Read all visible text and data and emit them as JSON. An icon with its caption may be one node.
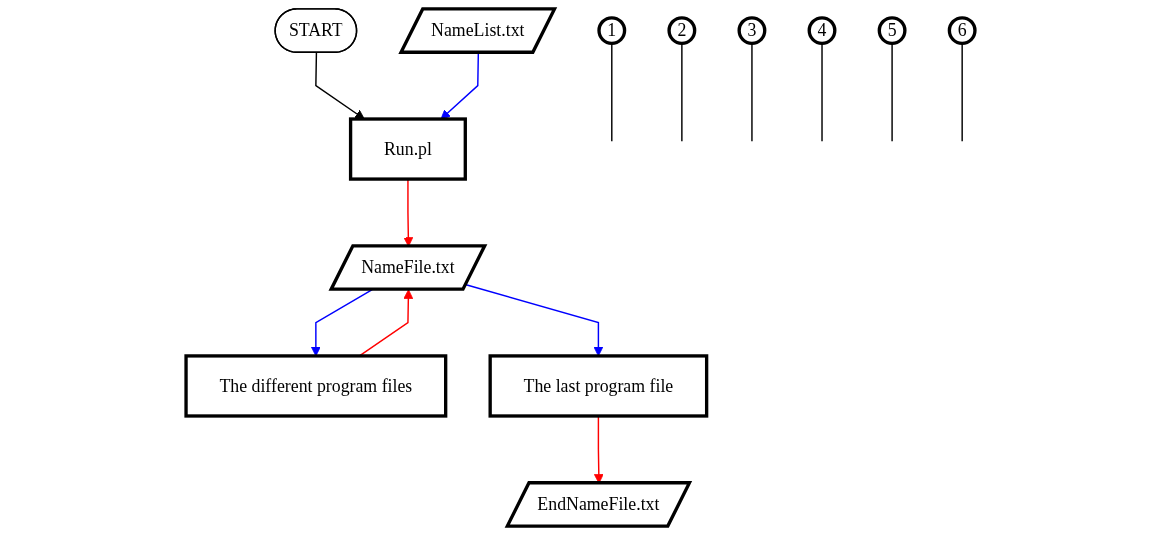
{
  "diagram": {
    "nodes": [
      {
        "text": [
          "NameList.txt"
        ]
      },
      {
        "text": [
          "NameFile.txt"
        ]
      },
      {
        "text": [
          "EndNameFile.txt"
        ]
      },
      {
        "text": [
          "1"
        ]
      },
      {
        "text": [
          "2"
        ]
      },
      {
        "text": [
          "3"
        ]
      },
      {
        "text": [
          "4"
        ]
      },
      {
        "text": [
          "5"
        ]
      },
      {
        "text": [
          "6"
        ]
      },
      {
        "text": [
          "START"
        ]
      },
      {
        "text": [
          "Run.pl"
        ]
      },
      {
        "text": [
          "The different program files"
        ]
      },
      {
        "text": [
          "The last program file"
        ]
      }
    ],
    "edges": [
      {
        "from": 9,
        "to": 10,
        "arrow": "to"
      },
      {
        "from": 0,
        "to": 10,
        "arrow": "to",
        "color": "#0000ff"
      },
      {
        "from": 10,
        "to": 1,
        "arrow": "to",
        "color": "#ff0000"
      },
      {
        "from": 1,
        "to": 11,
        "arrow": "to",
        "color": "#0000ff"
      },
      {
        "from": 11,
        "to": 1,
        "arrow": "to",
        "color": "#ff0000"
      },
      {
        "from": 1,
        "to": 12,
        "arrow": "to",
        "color": "#0000ff"
      },
      {
        "from": 12,
        "to": 2,
        "arrow": "to",
        "color": "#ff0000"
      },
      {
        "from": 3,
        "to": null,
        "arrow": "none"
      },
      {
        "from": 4,
        "to": null,
        "arrow": "none"
      },
      {
        "from": 5,
        "to": null,
        "arrow": "none"
      },
      {
        "from": 6,
        "to": null,
        "arrow": "none"
      },
      {
        "from": 7,
        "to": null,
        "arrow": "none"
      },
      {
        "from": 8,
        "to": null,
        "arrow": "none"
      }
    ]
  }
}
